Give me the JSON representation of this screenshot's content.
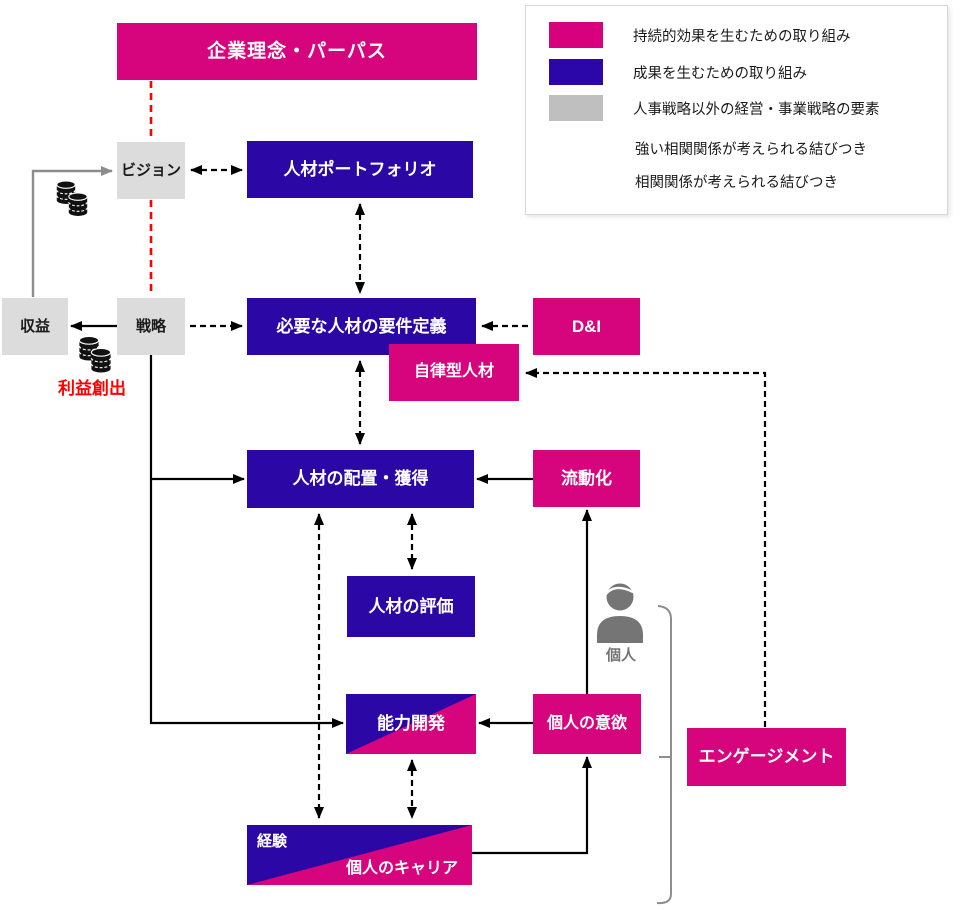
{
  "nodes": {
    "corporate": {
      "label": "企業理念・パーパス"
    },
    "vision": {
      "label": "ビジョン"
    },
    "portfolio": {
      "label": "人材ポートフォリオ"
    },
    "revenue": {
      "label": "収益"
    },
    "strategy": {
      "label": "戦略"
    },
    "requirements": {
      "label": "必要な人材の要件定義"
    },
    "dni": {
      "label": "D&I"
    },
    "autonomous": {
      "label": "自律型人材"
    },
    "deployment": {
      "label": "人材の配置・獲得"
    },
    "fluidity": {
      "label": "流動化"
    },
    "evaluation": {
      "label": "人材の評価"
    },
    "capability": {
      "label": "能力開発"
    },
    "motivation": {
      "label": "個人の意欲"
    },
    "experience": {
      "label": "経験"
    },
    "career": {
      "label": "個人のキャリア"
    },
    "engagement": {
      "label": "エンゲージメント"
    }
  },
  "legend": {
    "items": [
      {
        "type": "swatch-magenta",
        "label": "持続的効果を生むための取り組み"
      },
      {
        "type": "swatch-blue",
        "label": "成果を生むための取り組み"
      },
      {
        "type": "swatch-gray",
        "label": "人事戦略以外の経営・事業戦略の要素"
      },
      {
        "type": "arrow-solid",
        "label": "強い相関関係が考えられる結びつき"
      },
      {
        "type": "arrow-dashed",
        "label": "相関関係が考えられる結びつき"
      }
    ]
  },
  "annotations": {
    "profit": "利益創出",
    "individual": "個人"
  },
  "colors": {
    "magenta": "#D6057D",
    "blue": "#2B08A5",
    "gray_box": "#DCDCDC",
    "legend_gray": "#BFBFBF",
    "red_dashed": "#FF0000",
    "gray_line": "#8C8C8C",
    "icon_gray": "#757575"
  }
}
